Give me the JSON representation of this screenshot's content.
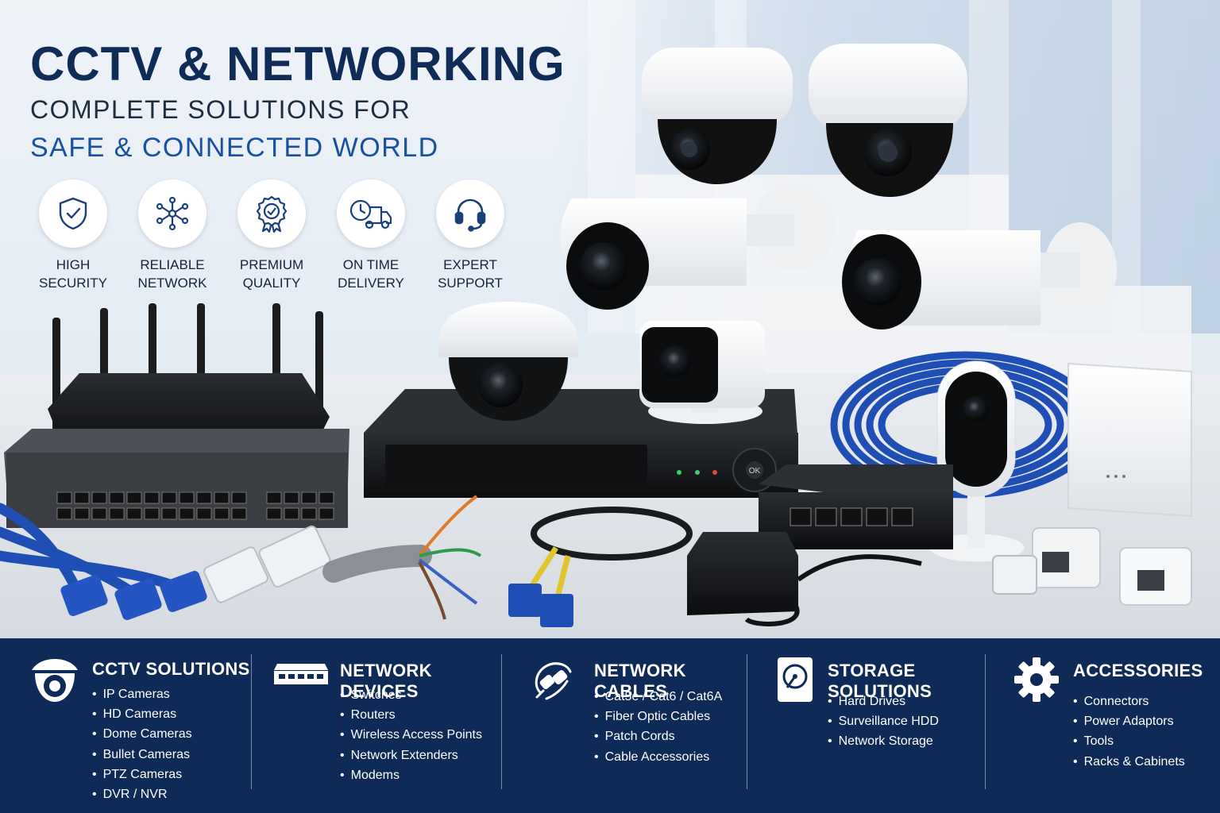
{
  "headline": {
    "title": "CCTV & NETWORKING",
    "subtitle_line1": "COMPLETE SOLUTIONS FOR",
    "subtitle_line2": "SAFE & CONNECTED WORLD"
  },
  "features": [
    {
      "icon": "shield-check-icon",
      "label": "HIGH\nSECURITY"
    },
    {
      "icon": "network-icon",
      "label": "RELIABLE\nNETWORK"
    },
    {
      "icon": "award-badge-icon",
      "label": "PREMIUM\nQUALITY"
    },
    {
      "icon": "delivery-truck-icon",
      "label": "ON TIME\nDELIVERY"
    },
    {
      "icon": "headset-icon",
      "label": "EXPERT\nSUPPORT"
    }
  ],
  "device_labels": {
    "dvr_button": "OK"
  },
  "categories": [
    {
      "icon": "dome-camera-icon",
      "title": "CCTV SOLUTIONS",
      "items": [
        "IP Cameras",
        "HD Cameras",
        "Dome Cameras",
        "Bullet Cameras",
        "PTZ Cameras",
        "DVR / NVR"
      ]
    },
    {
      "icon": "network-switch-icon",
      "title": "NETWORK DEVICES",
      "items": [
        "Switches",
        "Routers",
        "Wireless Access Points",
        "Network Extenders",
        "Modems"
      ]
    },
    {
      "icon": "cable-connector-icon",
      "title": "NETWORK CABLES",
      "items": [
        "Cat5e / Cat6 / Cat6A",
        "Fiber Optic Cables",
        "Patch Cords",
        "Cable Accessories"
      ]
    },
    {
      "icon": "hard-drive-icon",
      "title": "STORAGE SOLUTIONS",
      "items": [
        "Hard Drives",
        "Surveillance HDD",
        "Network Storage"
      ]
    },
    {
      "icon": "gear-icon",
      "title": "ACCESSORIES",
      "items": [
        "Connectors",
        "Power Adaptors",
        "Tools",
        "Racks & Cabinets"
      ]
    }
  ],
  "colors": {
    "navy": "#0e2a57",
    "title": "#0f2b57",
    "accent_blue": "#17519f",
    "cable_blue": "#1f4fb4"
  }
}
